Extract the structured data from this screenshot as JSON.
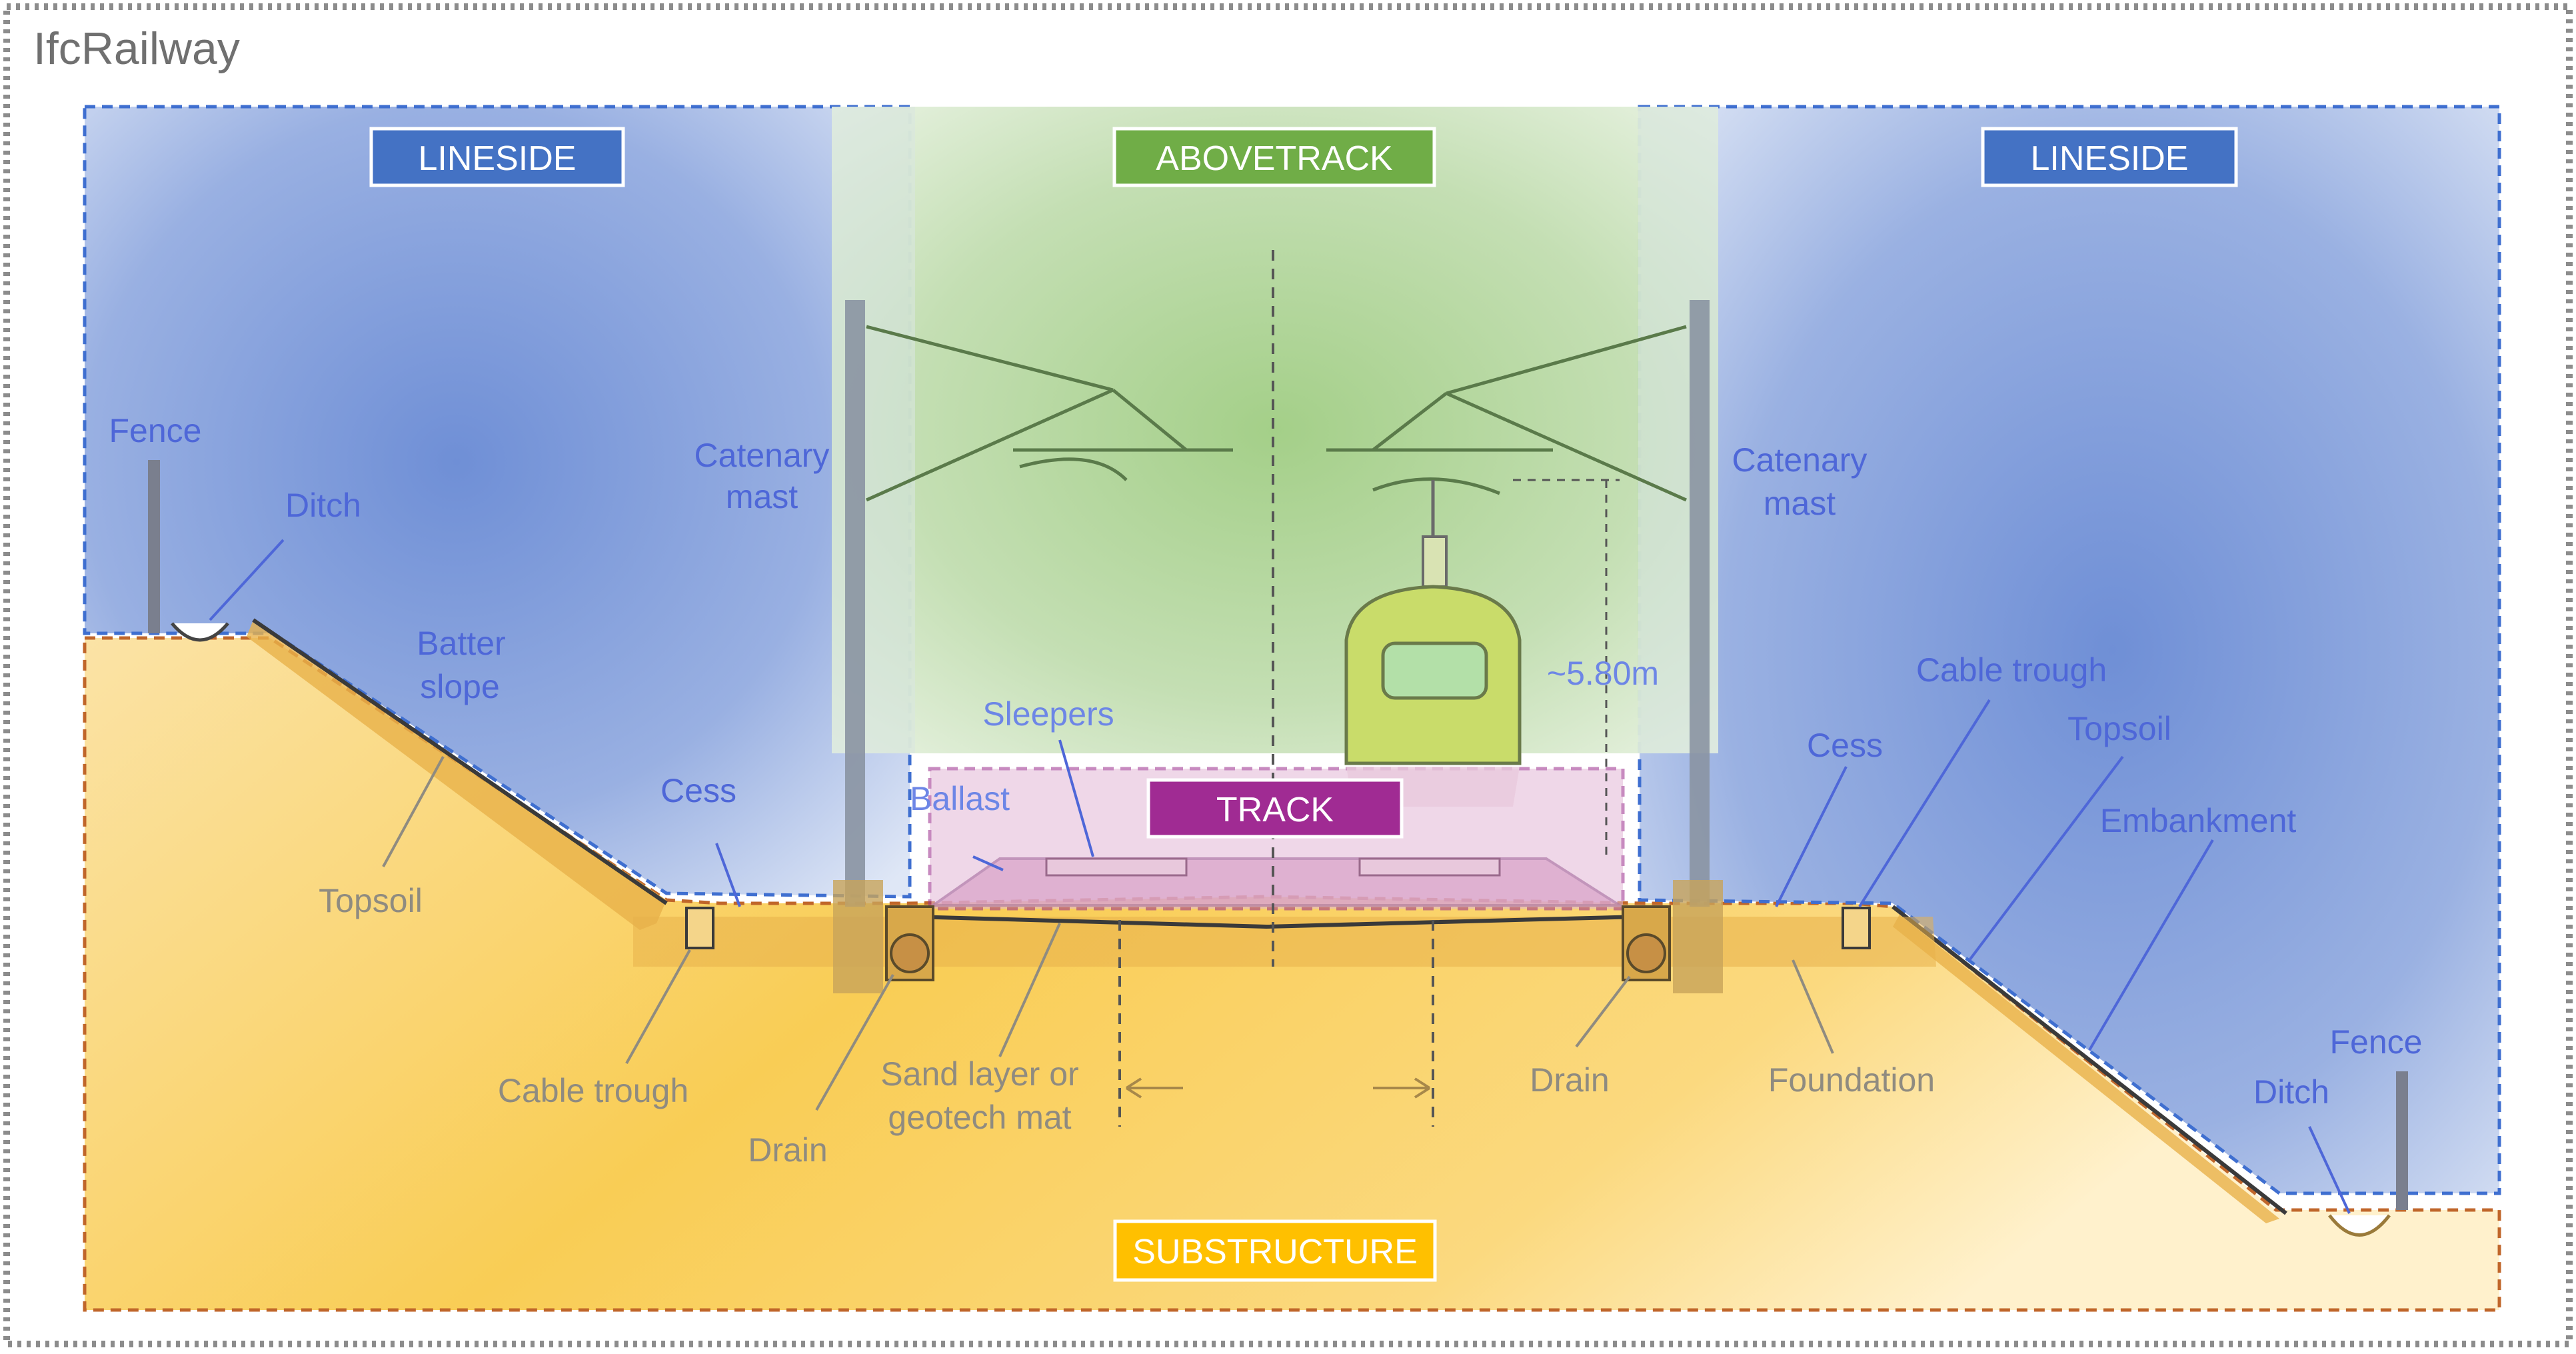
{
  "title": "IfcRailway",
  "zones": {
    "lineside_left": "LINESIDE",
    "lineside_right": "LINESIDE",
    "abovetrack": "ABOVETRACK",
    "track": "TRACK",
    "substructure": "SUBSTRUCTURE"
  },
  "labels": {
    "fence_left": "Fence",
    "ditch_left": "Ditch",
    "batter_slope_1": "Batter",
    "batter_slope_2": "slope",
    "catenary_mast_left_1": "Catenary",
    "catenary_mast_left_2": "mast",
    "cess_left": "Cess",
    "topsoil_left": "Topsoil",
    "cable_trough_left": "Cable trough",
    "drain_left": "Drain",
    "sand_layer_1": "Sand layer or",
    "sand_layer_2": "geotech mat",
    "sleepers": "Sleepers",
    "ballast": "Ballast",
    "height": "~5.80m",
    "catenary_mast_right_1": "Catenary",
    "catenary_mast_right_2": "mast",
    "cable_trough_right": "Cable trough",
    "topsoil_right": "Topsoil",
    "cess_right": "Cess",
    "embankment": "Embankment",
    "drain_right": "Drain",
    "foundation": "Foundation",
    "fence_right": "Fence",
    "ditch_right": "Ditch"
  },
  "colors": {
    "lineside_tag": "#4472c4",
    "abovetrack_tag": "#70ad47",
    "track_tag": "#a02b93",
    "substructure_tag": "#ffc000",
    "label_blue": "#4e67d8",
    "label_grey": "#8f8b80"
  }
}
